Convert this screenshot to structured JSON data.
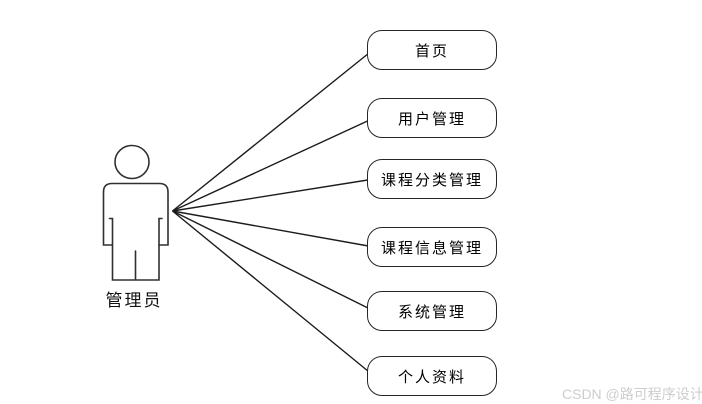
{
  "diagram": {
    "kind": "use-case-diagram",
    "background_color": "#ffffff",
    "line_color": "#1c1c1c",
    "shape_border_color": "#262626",
    "watermark_color": "#cdcdcd"
  },
  "actor": {
    "label": "管理员"
  },
  "usecases": [
    {
      "label": "首页"
    },
    {
      "label": "用户管理"
    },
    {
      "label": "课程分类管理"
    },
    {
      "label": "课程信息管理"
    },
    {
      "label": "系统管理"
    },
    {
      "label": "个人资料"
    }
  ],
  "watermark": {
    "text": "CSDN @路可程序设计"
  }
}
